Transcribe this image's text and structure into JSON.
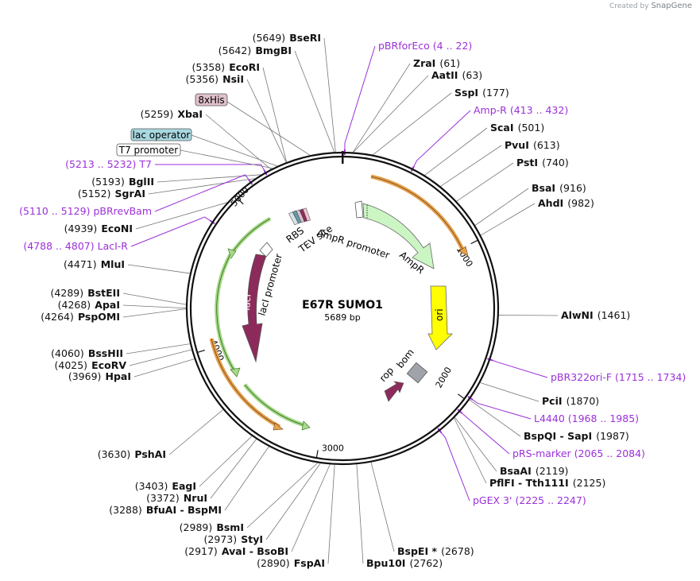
{
  "credit": {
    "prefix": "Created by",
    "brand": "SnapGene"
  },
  "plasmid": {
    "name": "E67R SUMO1",
    "size_label": "5689 bp",
    "length": 5689
  },
  "ticks": [
    {
      "pos": 1000,
      "label": "1000"
    },
    {
      "pos": 2000,
      "label": "2000"
    },
    {
      "pos": 3000,
      "label": "3000"
    },
    {
      "pos": 4000,
      "label": "4000"
    },
    {
      "pos": 5000,
      "label": "5000"
    }
  ],
  "colors": {
    "primer": "#9b30d9",
    "ampR": "#ccf5c4",
    "ori": "#ffff00",
    "lacI": "#8c2b5b",
    "bom": "#a0a4aa",
    "orange_arrow": "#e8a04b",
    "green_arrow": "#6ab04c"
  },
  "sites": [
    {
      "name": "BseRI",
      "pos": "(5649)",
      "side": "L"
    },
    {
      "name": "BmgBI",
      "pos": "(5642)",
      "side": "L"
    },
    {
      "name": "EcoRI",
      "pos": "(5358)",
      "side": "L"
    },
    {
      "name": "NsiI",
      "pos": "(5356)",
      "side": "L"
    },
    {
      "name": "XbaI",
      "pos": "(5259)",
      "side": "L"
    },
    {
      "name": "BglII",
      "pos": "(5193)",
      "side": "L"
    },
    {
      "name": "SgrAI",
      "pos": "(5152)",
      "side": "L"
    },
    {
      "name": "EcoNI",
      "pos": "(4939)",
      "side": "L"
    },
    {
      "name": "MluI",
      "pos": "(4471)",
      "side": "L"
    },
    {
      "name": "BstEII",
      "pos": "(4289)",
      "side": "L"
    },
    {
      "name": "ApaI",
      "pos": "(4268)",
      "side": "L"
    },
    {
      "name": "PspOMI",
      "pos": "(4264)",
      "side": "L"
    },
    {
      "name": "BssHII",
      "pos": "(4060)",
      "side": "L"
    },
    {
      "name": "EcoRV",
      "pos": "(4025)",
      "side": "L"
    },
    {
      "name": "HpaI",
      "pos": "(3969)",
      "side": "L"
    },
    {
      "name": "PshAI",
      "pos": "(3630)",
      "side": "L"
    },
    {
      "name": "EagI",
      "pos": "(3403)",
      "side": "L"
    },
    {
      "name": "NruI",
      "pos": "(3372)",
      "side": "L"
    },
    {
      "name": "BfuAI - BspMI",
      "pos": "(3288)",
      "side": "L"
    },
    {
      "name": "BsmI",
      "pos": "(2989)",
      "side": "L"
    },
    {
      "name": "StyI",
      "pos": "(2973)",
      "side": "L"
    },
    {
      "name": "AvaI - BsoBI",
      "pos": "(2917)",
      "side": "L"
    },
    {
      "name": "FspAI",
      "pos": "(2890)",
      "side": "L"
    },
    {
      "name": "Bpu10I",
      "pos": "(2762)",
      "side": "R"
    },
    {
      "name": "BspEI *",
      "pos": "(2678)",
      "side": "R"
    },
    {
      "name": "PflFI - Tth111I",
      "pos": "(2125)",
      "side": "R"
    },
    {
      "name": "BsaAI",
      "pos": "(2119)",
      "side": "R"
    },
    {
      "name": "BspQI - SapI",
      "pos": "(1987)",
      "side": "R"
    },
    {
      "name": "PciI",
      "pos": "(1870)",
      "side": "R"
    },
    {
      "name": "AlwNI",
      "pos": "(1461)",
      "side": "R"
    },
    {
      "name": "AhdI",
      "pos": "(982)",
      "side": "R"
    },
    {
      "name": "BsaI",
      "pos": "(916)",
      "side": "R"
    },
    {
      "name": "PstI",
      "pos": "(740)",
      "side": "R"
    },
    {
      "name": "PvuI",
      "pos": "(613)",
      "side": "R"
    },
    {
      "name": "ScaI",
      "pos": "(501)",
      "side": "R"
    },
    {
      "name": "SspI",
      "pos": "(177)",
      "side": "R"
    },
    {
      "name": "AatII",
      "pos": "(63)",
      "side": "R"
    },
    {
      "name": "ZraI",
      "pos": "(61)",
      "side": "R"
    }
  ],
  "primers": [
    {
      "name": "pBRforEco",
      "range": "(4 .. 22)",
      "side": "R"
    },
    {
      "name": "Amp-R",
      "range": "(413 .. 432)",
      "side": "R"
    },
    {
      "name": "pBR322ori-F",
      "range": "(1715 .. 1734)",
      "side": "R"
    },
    {
      "name": "L4440",
      "range": "(1968 .. 1985)",
      "side": "R"
    },
    {
      "name": "pRS-marker",
      "range": "(2065 .. 2084)",
      "side": "R"
    },
    {
      "name": "pGEX 3'",
      "range": "(2225 .. 2247)",
      "side": "R"
    },
    {
      "name": "T7",
      "range": "(5213 .. 5232)",
      "side": "L"
    },
    {
      "name": "pBRrevBam",
      "range": "(5110 .. 5129)",
      "side": "L"
    },
    {
      "name": "LacI-R",
      "range": "(4788 .. 4807)",
      "side": "L"
    }
  ],
  "boxed_labels": [
    {
      "text": "8xHis",
      "fill": "#e0c0cc"
    },
    {
      "text": "lac operator",
      "fill": "#a8d8e0"
    },
    {
      "text": "T7 promoter",
      "fill": "#ffffff"
    }
  ],
  "features": [
    {
      "label": "AmpR promoter"
    },
    {
      "label": "AmpR"
    },
    {
      "label": "ori"
    },
    {
      "label": "bom"
    },
    {
      "label": "rop"
    },
    {
      "label": "lacI"
    },
    {
      "label": "lacI promoter"
    },
    {
      "label": "RBS"
    },
    {
      "label": "TEV site"
    }
  ]
}
